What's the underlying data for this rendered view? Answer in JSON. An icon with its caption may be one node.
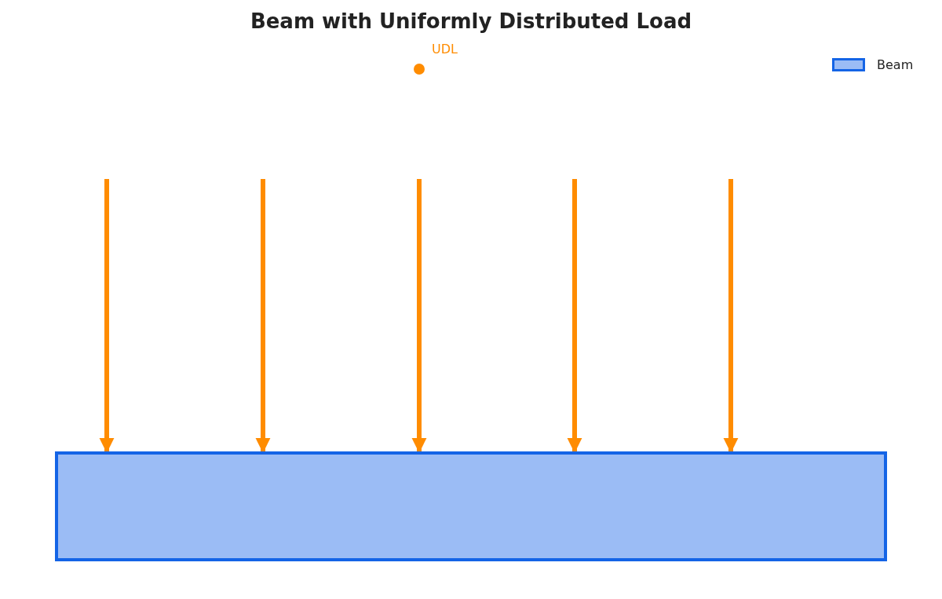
{
  "diagram": {
    "title": "Beam with Uniformly Distributed Load",
    "nodes": [
      {
        "text": [],
        "shape": "circle",
        "beside": [
          "UDL"
        ]
      },
      {
        "text": [],
        "shape": "box"
      }
    ],
    "edges": [
      {
        "from": null,
        "to": 1,
        "arrow": "to"
      },
      {
        "from": null,
        "to": 1,
        "arrow": "to"
      },
      {
        "from": null,
        "to": 1,
        "arrow": "to"
      },
      {
        "from": null,
        "to": 1,
        "arrow": "to"
      },
      {
        "from": null,
        "to": 1,
        "arrow": "to"
      }
    ],
    "legend": [
      {
        "text": "Beam",
        "color": "#9bbcf5"
      }
    ]
  }
}
